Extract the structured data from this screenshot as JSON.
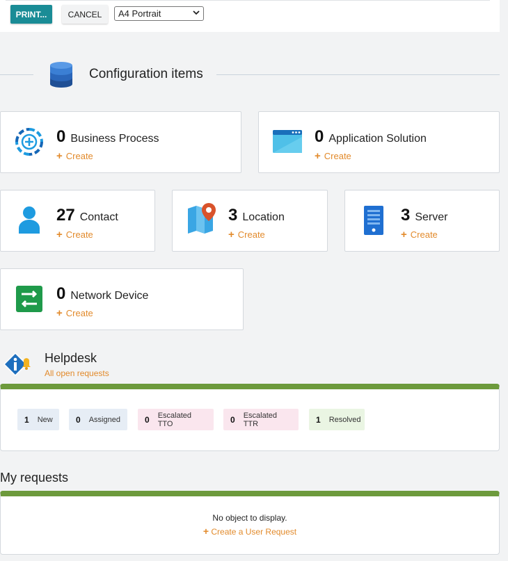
{
  "toolbar": {
    "print_label": "PRINT...",
    "cancel_label": "CANCEL",
    "paper_format": "A4 Portrait"
  },
  "config": {
    "title": "Configuration items",
    "items": [
      {
        "count": "0",
        "label": "Business Process",
        "create": "Create",
        "icon": "business-process-icon"
      },
      {
        "count": "0",
        "label": "Application Solution",
        "create": "Create",
        "icon": "application-solution-icon"
      },
      {
        "count": "27",
        "label": "Contact",
        "create": "Create",
        "icon": "contact-icon"
      },
      {
        "count": "3",
        "label": "Location",
        "create": "Create",
        "icon": "location-icon"
      },
      {
        "count": "3",
        "label": "Server",
        "create": "Create",
        "icon": "server-icon"
      },
      {
        "count": "0",
        "label": "Network Device",
        "create": "Create",
        "icon": "network-device-icon"
      }
    ]
  },
  "helpdesk": {
    "title": "Helpdesk",
    "link": "All open requests",
    "badges": [
      {
        "count": "1",
        "label": "New",
        "color": "#e6edf5"
      },
      {
        "count": "0",
        "label": "Assigned",
        "color": "#e6edf5"
      },
      {
        "count": "0",
        "label": "Escalated TTO",
        "color": "#fae6ee"
      },
      {
        "count": "0",
        "label": "Escalated TTR",
        "color": "#fae6ee"
      },
      {
        "count": "1",
        "label": "Resolved",
        "color": "#eaf5e3"
      }
    ]
  },
  "my_requests": {
    "title": "My requests",
    "empty_text": "No object to display.",
    "create_link": "Create a User Request"
  },
  "colors": {
    "accent_orange": "#e28a2b",
    "primary_teal": "#1a8c96",
    "panel_green": "#6d9a3c"
  }
}
